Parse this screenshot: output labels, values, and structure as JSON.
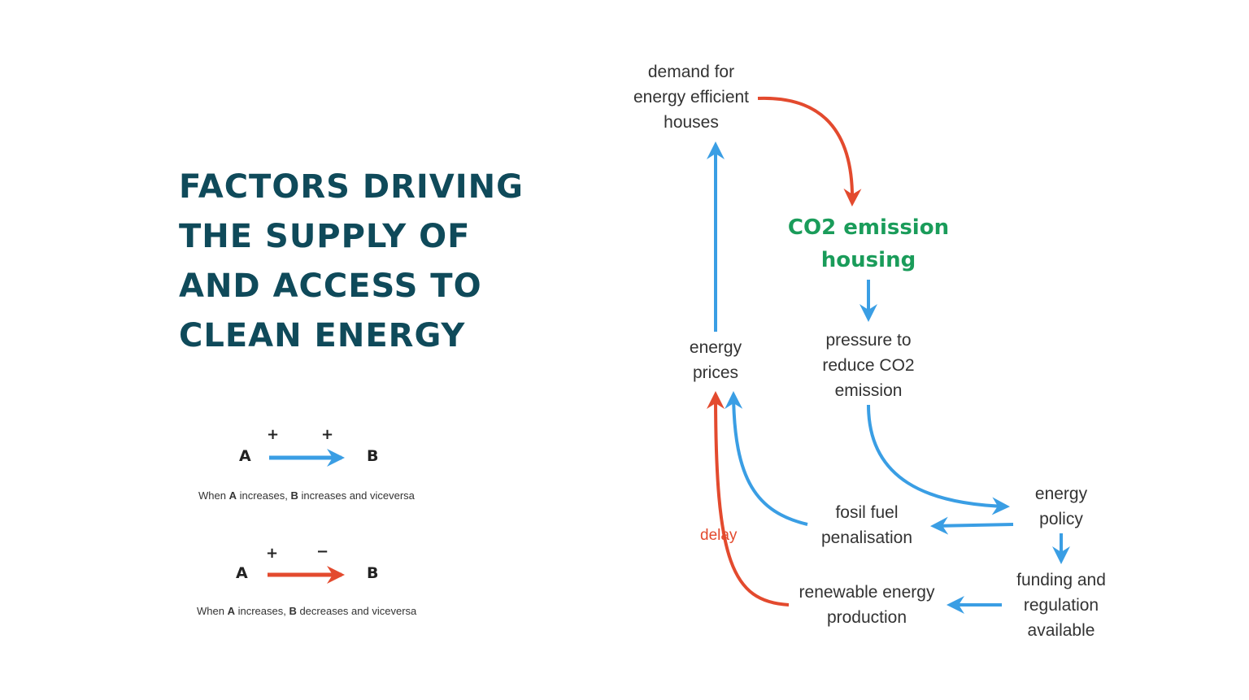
{
  "title": {
    "lines": [
      "FACTORS DRIVING",
      "THE SUPPLY OF",
      "AND ACCESS TO",
      "CLEAN ENERGY"
    ]
  },
  "legend": {
    "positive": {
      "from": "A",
      "to": "B",
      "sign_from": "+",
      "sign_to": "+",
      "caption_pre": "When ",
      "caption_a": "A",
      "caption_mid": " increases, ",
      "caption_b": "B",
      "caption_post": " increases and viceversa",
      "color": "#3a9ee4"
    },
    "negative": {
      "from": "A",
      "to": "B",
      "sign_from": "+",
      "sign_to": "−",
      "caption_pre": "When ",
      "caption_a": "A",
      "caption_mid": " increases, ",
      "caption_b": "B",
      "caption_post": " decreases and viceversa",
      "color": "#e34a2e"
    }
  },
  "nodes": {
    "demand": {
      "lines": [
        "demand for",
        "energy efficient",
        "houses"
      ]
    },
    "co2": {
      "lines": [
        "CO2 emission",
        "housing"
      ]
    },
    "pressure": {
      "lines": [
        "pressure to",
        "reduce CO2",
        "emission"
      ]
    },
    "prices": {
      "lines": [
        "energy",
        "prices"
      ]
    },
    "policy": {
      "lines": [
        "energy",
        "policy"
      ]
    },
    "fosil": {
      "lines": [
        "fosil fuel",
        "penalisation"
      ]
    },
    "funding": {
      "lines": [
        "funding and",
        "regulation",
        "available"
      ]
    },
    "renewable": {
      "lines": [
        "renewable energy",
        "production"
      ]
    }
  },
  "delay_label": "delay",
  "colors": {
    "positive": "#3a9ee4",
    "negative": "#e34a2e",
    "title": "#0f4a5a",
    "highlight": "#1a9c5a"
  }
}
